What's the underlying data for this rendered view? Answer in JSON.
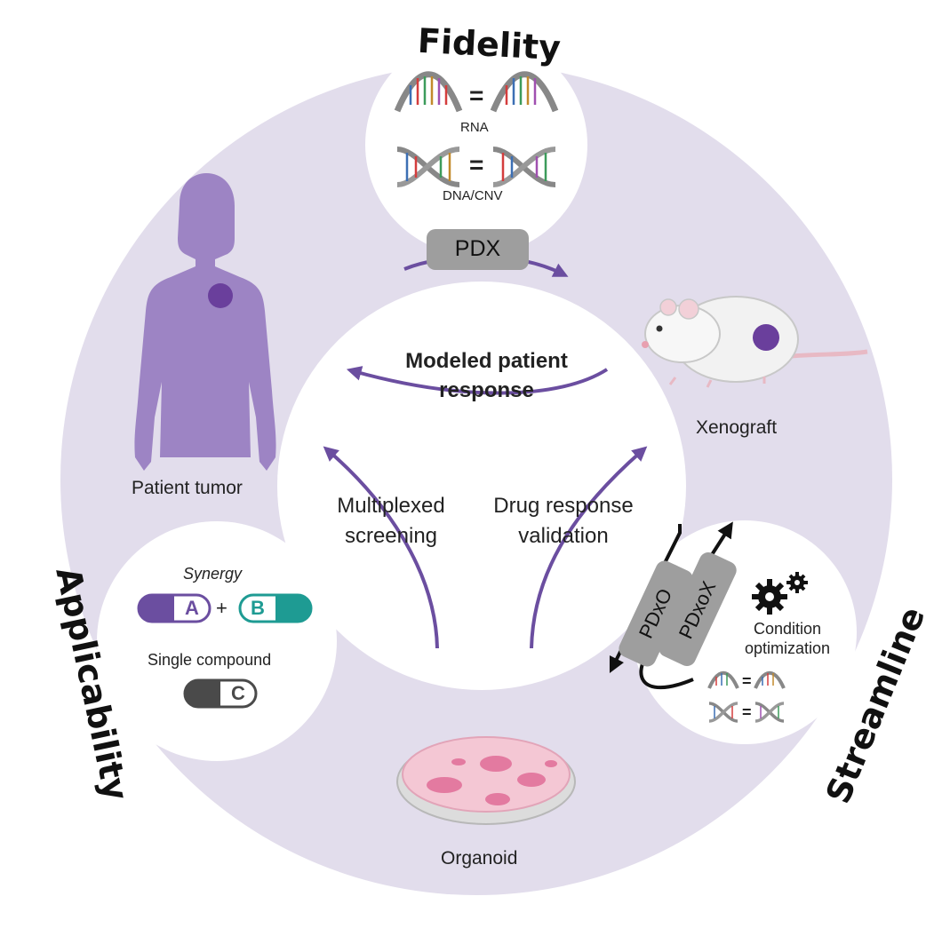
{
  "titles": {
    "fidelity": "Fidelity",
    "applicability": "Applicability",
    "streamline": "Streamline"
  },
  "center": {
    "modeled_line1": "Modeled patient",
    "modeled_line2": "response",
    "multiplexed_line1": "Multiplexed",
    "multiplexed_line2": "screening",
    "drug_line1": "Drug response",
    "drug_line2": "validation"
  },
  "fidelity_panel": {
    "rna_label": "RNA",
    "dna_label": "DNA/CNV",
    "equals": "=",
    "pdx_label": "PDX"
  },
  "nodes": {
    "patient_tumor": "Patient tumor",
    "xenograft": "Xenograft",
    "organoid": "Organoid"
  },
  "applicability_panel": {
    "synergy_label": "Synergy",
    "drug_a": "A",
    "plus": "+",
    "drug_b": "B",
    "single_label": "Single compound",
    "drug_c": "C"
  },
  "streamline_panel": {
    "pdxo": "PDxO",
    "pdxox": "PDxoX",
    "condition_line1": "Condition",
    "condition_line2": "optimization",
    "equals": "="
  },
  "colors": {
    "ring": "#e2ddec",
    "accent": "#6b4ea0",
    "silhouette": "#9d84c4",
    "tumor_dot": "#6a3f9c",
    "teal": "#1e9b93",
    "pill_gray": "#9e9e9e",
    "pill_dark": "#4a4a4a"
  }
}
